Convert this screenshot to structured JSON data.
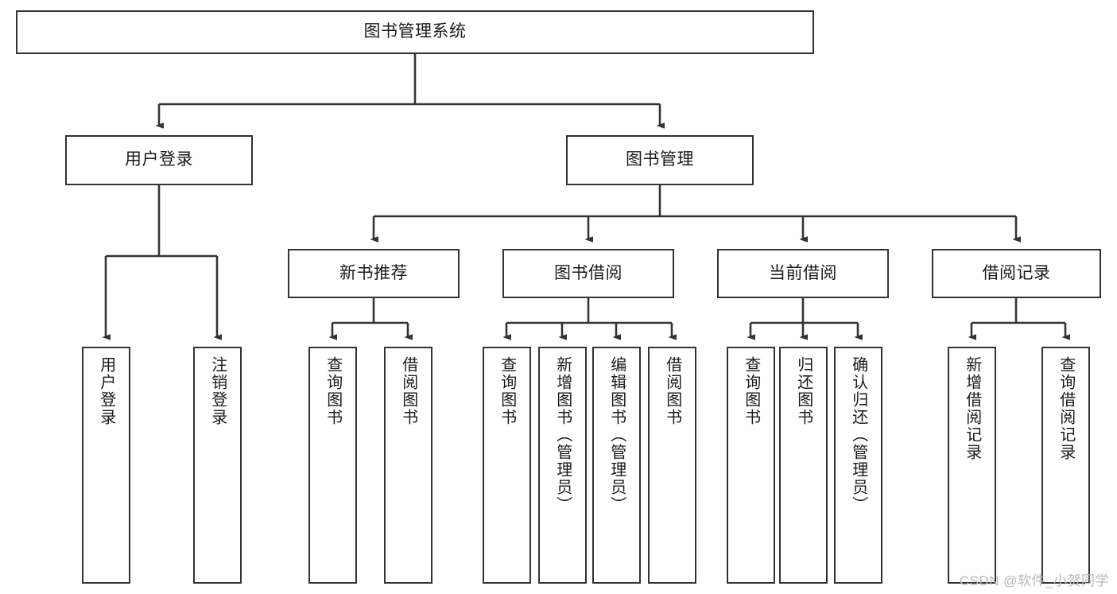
{
  "diagram": {
    "title": "图书管理系统",
    "watermark": "CSDN @软件_小贺同学",
    "colors": {
      "border": "#333333",
      "background": "#ffffff",
      "text": "#1a1a1a",
      "watermark": "#b9b9b9"
    },
    "root": {
      "label": "图书管理系统"
    },
    "level2": [
      {
        "label": "用户登录"
      },
      {
        "label": "图书管理"
      }
    ],
    "level3": [
      {
        "label": "新书推荐"
      },
      {
        "label": "图书借阅"
      },
      {
        "label": "当前借阅"
      },
      {
        "label": "借阅记录"
      }
    ],
    "leaves": [
      {
        "label": "用户登录",
        "parent": "用户登录"
      },
      {
        "label": "注销登录",
        "parent": "用户登录"
      },
      {
        "label": "查询图书",
        "parent": "新书推荐"
      },
      {
        "label": "借阅图书",
        "parent": "新书推荐"
      },
      {
        "label": "查询图书",
        "parent": "图书借阅"
      },
      {
        "label": "新增图书（管理员）",
        "parent": "图书借阅"
      },
      {
        "label": "编辑图书（管理员）",
        "parent": "图书借阅"
      },
      {
        "label": "借阅图书",
        "parent": "图书借阅"
      },
      {
        "label": "查询图书",
        "parent": "当前借阅"
      },
      {
        "label": "归还图书",
        "parent": "当前借阅"
      },
      {
        "label": "确认归还（管理员）",
        "parent": "当前借阅"
      },
      {
        "label": "新增借阅记录",
        "parent": "借阅记录"
      },
      {
        "label": "查询借阅记录",
        "parent": "借阅记录"
      }
    ]
  }
}
